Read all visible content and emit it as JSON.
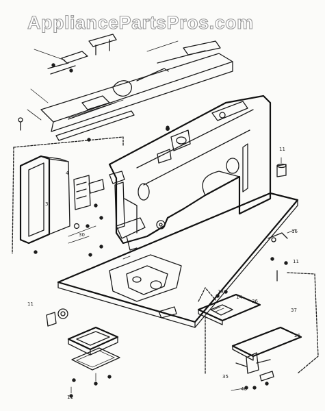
{
  "watermark": {
    "text": "AppliancePartsPros.com"
  },
  "part_labels": {
    "l0": "11",
    "l1": "16",
    "l2": "11",
    "l3": "13",
    "l4": "14",
    "l5": "36",
    "l6": "37",
    "l7": "26",
    "l8": "35",
    "l9": "40",
    "l10": "11",
    "l11": "30",
    "l12": "4",
    "l13": "3",
    "l14": "11"
  }
}
